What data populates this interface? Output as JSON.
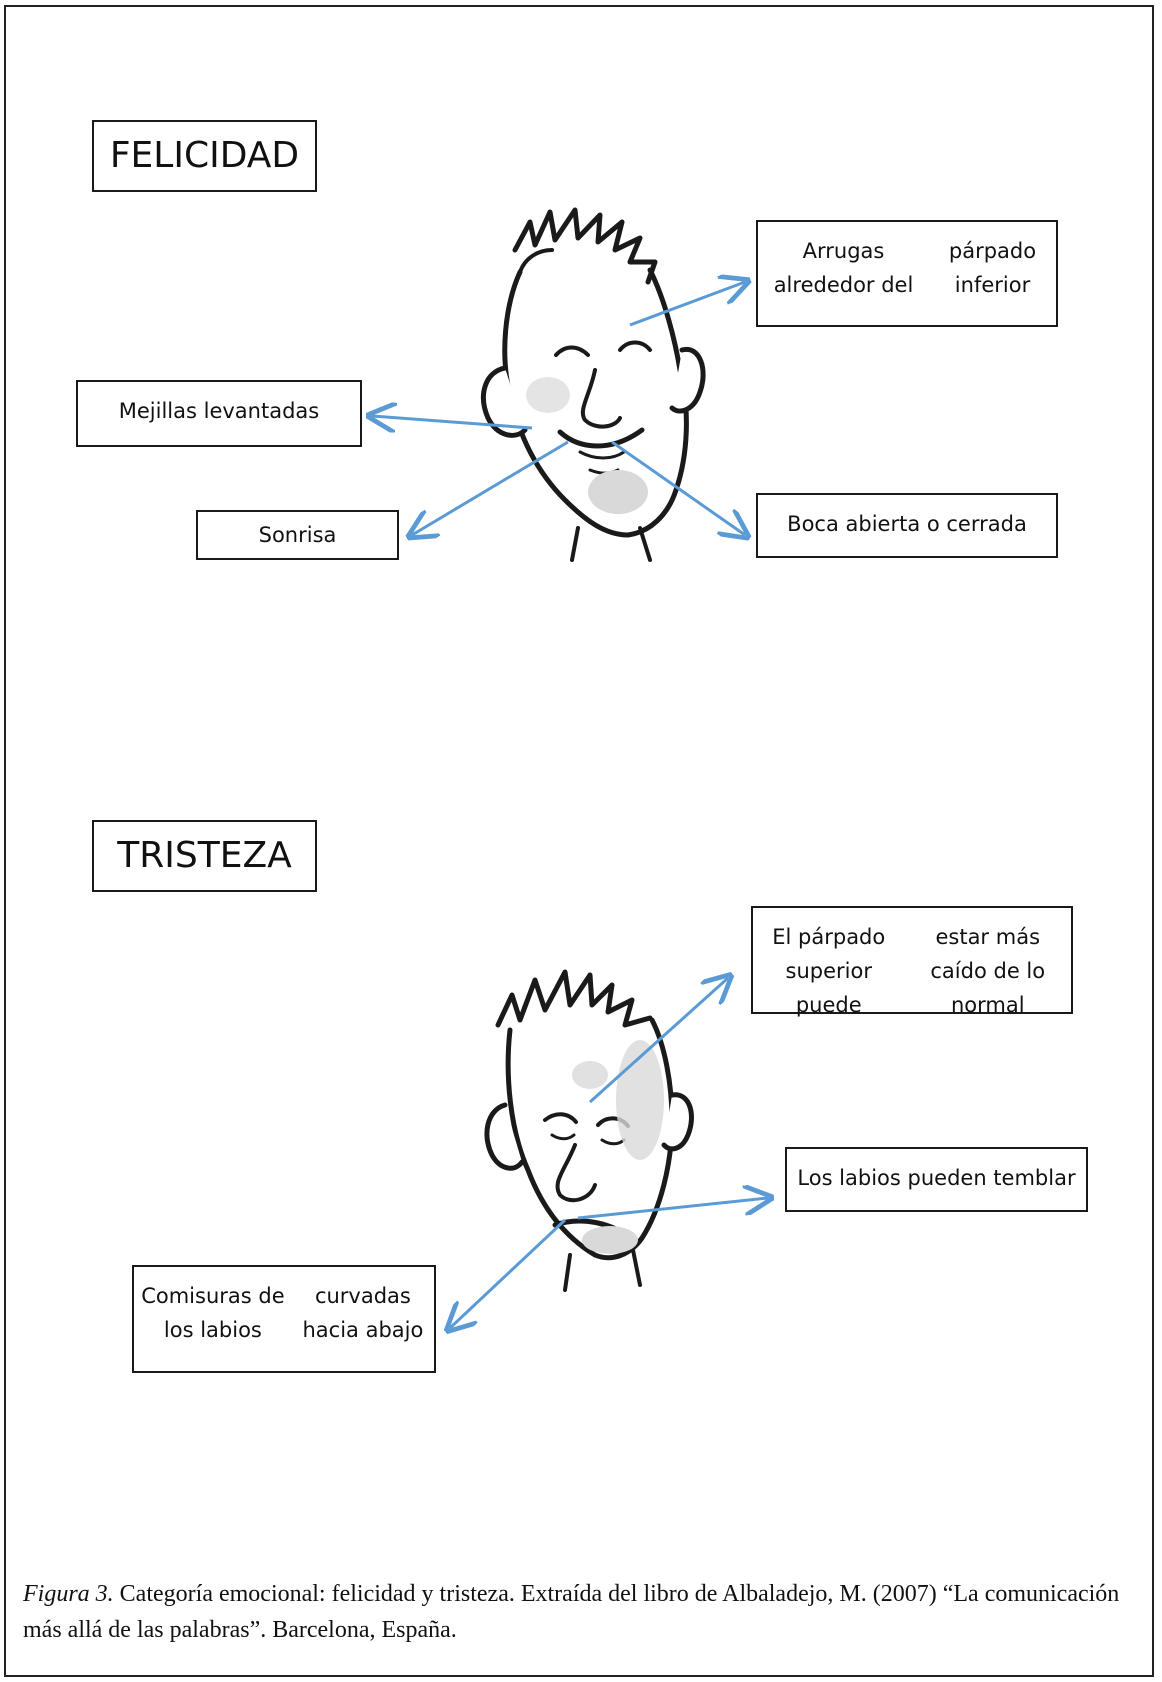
{
  "sections": {
    "happiness": {
      "title": "FELICIDAD",
      "labels": {
        "eyelid": [
          "Arrugas alrededor del",
          "párpado inferior"
        ],
        "cheeks": "Mejillas levantadas",
        "smile": "Sonrisa",
        "mouth": "Boca abierta o cerrada"
      }
    },
    "sadness": {
      "title": "TRISTEZA",
      "labels": {
        "upper_eyelid": [
          "El párpado superior puede",
          "estar más caído de lo normal"
        ],
        "lips": "Los labios pueden temblar",
        "corners": [
          "Comisuras de los labios",
          "curvadas hacia abajo"
        ]
      }
    }
  },
  "caption": {
    "label": "Figura 3.",
    "text": " Categoría emocional: felicidad y tristeza. Extraída del libro de Albaladejo, M. (2007) “La comunicación más allá de las palabras”. Barcelona, España."
  },
  "colors": {
    "arrow": "#5b9bd5",
    "outline": "#1a1a1a",
    "shade": "#d9d9d9"
  }
}
